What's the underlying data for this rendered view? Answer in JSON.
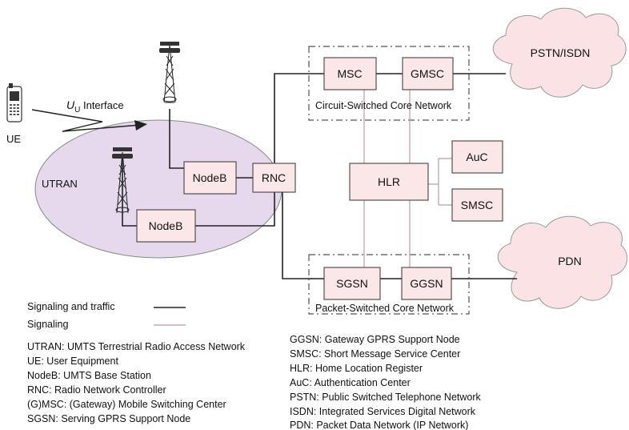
{
  "diagram": {
    "colors": {
      "box_fill": "#fbe6e8",
      "box_stroke": "#444444",
      "cloud_fill": "#fbe3e5",
      "utran_fill": "#e6d9ee",
      "signaling_traffic_line": "#222222",
      "signaling_line": "#c9a9ad",
      "dashed_border": "#555555"
    },
    "nodes": {
      "msc": "MSC",
      "gmsc": "GMSC",
      "pstn": "PSTN/ISDN",
      "rnc": "RNC",
      "nodeb_upper": "NodeB",
      "nodeb_lower": "NodeB",
      "hlr": "HLR",
      "auc": "AuC",
      "smsc": "SMSC",
      "sgsn": "SGSN",
      "ggsn": "GGSN",
      "pdn": "PDN"
    },
    "labels": {
      "ue": "UE",
      "utran": "UTRAN",
      "uu_main": "U",
      "uu_sub": "U",
      "uu_rest": " Interface",
      "cs_core": "Circuit-Switched Core Network",
      "ps_core": "Packet-Switched Core Network"
    },
    "legend": {
      "signaling_traffic": "Signaling and traffic",
      "signaling": "Signaling"
    },
    "glossary_left": [
      "UTRAN: UMTS Terrestrial Radio Access Network",
      "UE: User Equipment",
      "NodeB: UMTS Base Station",
      "RNC: Radio Network Controller",
      "(G)MSC: (Gateway) Mobile Switching Center",
      "SGSN: Serving GPRS Support Node"
    ],
    "glossary_right": [
      "GGSN: Gateway GPRS Support Node",
      "SMSC: Short Message Service Center",
      "HLR: Home Location Register",
      "AuC: Authentication Center",
      "PSTN: Public Switched Telephone Network",
      "ISDN: Integrated Services Digital Network",
      "PDN: Packet Data Network (IP Network)"
    ]
  }
}
